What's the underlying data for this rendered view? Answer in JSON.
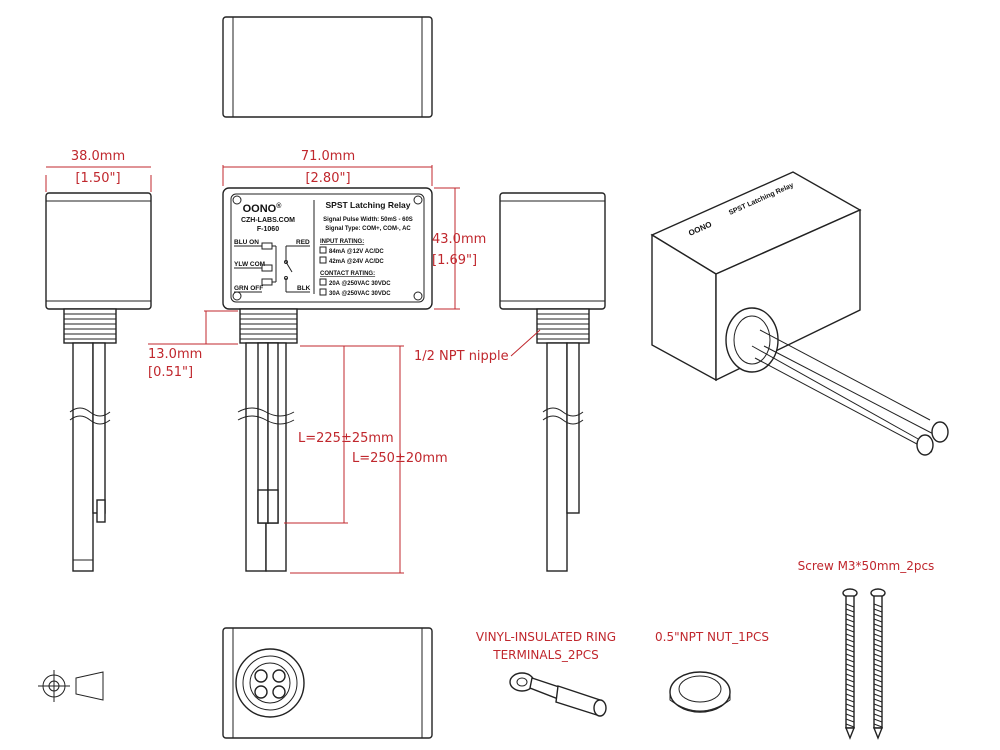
{
  "dimensions": {
    "width_mm": "38.0mm",
    "width_in": "[1.50\"]",
    "length_mm": "71.0mm",
    "length_in": "[2.80\"]",
    "height_mm": "43.0mm",
    "height_in": "[1.69\"]",
    "nipple_mm": "13.0mm",
    "nipple_in": "[0.51\"]",
    "lead_short": "L=225±25mm",
    "lead_long": "L=250±20mm"
  },
  "callouts": {
    "nipple": "1/2 NPT nipple",
    "screw": "Screw M3*50mm_2pcs",
    "ring_terminals_line1": "VINYL-INSULATED RING",
    "ring_terminals_line2": "TERMINALS_2PCS",
    "nut": "0.5\"NPT NUT_1PCS"
  },
  "label": {
    "brand": "OONO",
    "reg": "®",
    "website": "CZH-LABS.COM",
    "model": "F-1060",
    "title": "SPST Latching Relay",
    "pulse": "Signal Pulse Width: 50mS - 60S",
    "signal_type": "Signal Type: COM+, COM-, AC",
    "blu_on": "BLU ON",
    "red": "RED",
    "ylw_com": "YLW COM",
    "grn_off": "GRN OFF",
    "blk": "BLK",
    "input_heading": "INPUT RATING:",
    "input_1": "84mA @12V AC/DC",
    "input_2": "42mA @24V AC/DC",
    "contact_heading": "CONTACT RATING:",
    "contact_1": "20A @250VAC 30VDC",
    "contact_2": "30A @250VAC 30VDC"
  }
}
